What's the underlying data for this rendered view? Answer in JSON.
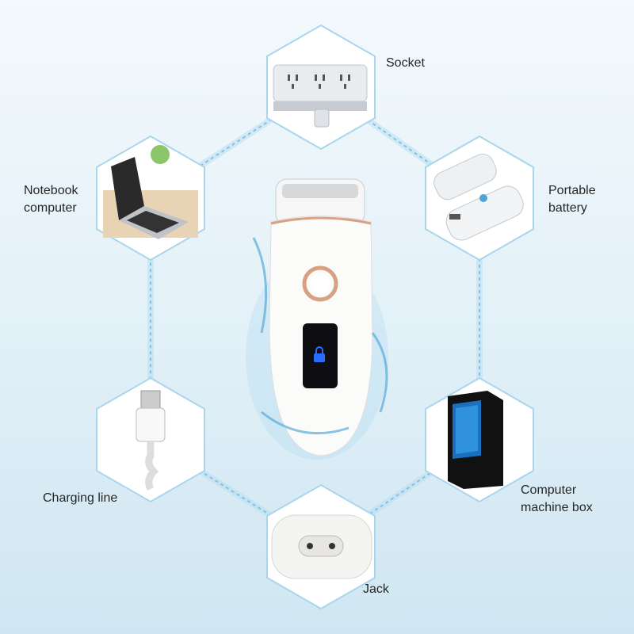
{
  "labels": {
    "socket": "Socket",
    "portable_battery_1": "Portable",
    "portable_battery_2": "battery",
    "computer_box_1": "Computer",
    "computer_box_2": "machine box",
    "jack": "Jack",
    "charging_line": "Charging line",
    "notebook_1": "Notebook",
    "notebook_2": "computer"
  },
  "colors": {
    "hex_border": "#a9d6ec",
    "dashed_line": "#8cc9e6",
    "accent_rose_gold": "#d9a184"
  }
}
